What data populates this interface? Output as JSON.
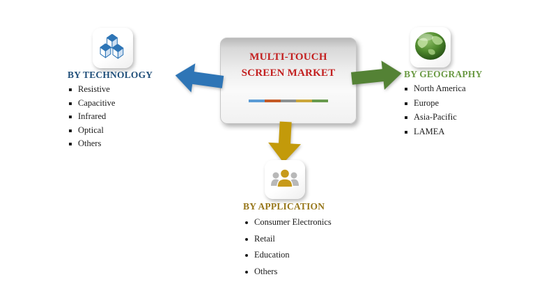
{
  "title_card": {
    "title": "MULTI-TOUCH SCREEN MARKET",
    "title_color": "#C32020",
    "bar_colors": [
      "#5B9BD5",
      "#C45A26",
      "#8C9191",
      "#CBA73B",
      "#689A4E"
    ]
  },
  "sections": {
    "technology": {
      "heading": "BY TECHNOLOGY",
      "heading_color": "#1F4E79",
      "icon": "cubes-icon",
      "arrow_color": "#2E75B6",
      "arrow_direction": "left",
      "items": [
        "Resistive",
        "Capacitive",
        "Infrared",
        "Optical",
        "Others"
      ]
    },
    "geography": {
      "heading": "BY GEOGRAPHY",
      "heading_color": "#6B9A45",
      "icon": "globe-icon",
      "arrow_color": "#548235",
      "arrow_direction": "right",
      "items": [
        "North America",
        "Europe",
        "Asia-Pacific",
        "LAMEA"
      ]
    },
    "application": {
      "heading": "BY APPLICATION",
      "heading_color": "#97771B",
      "icon": "people-icon",
      "arrow_color": "#C39A0A",
      "arrow_direction": "down",
      "items": [
        "Consumer Electronics",
        "Retail",
        "Education",
        "Others"
      ]
    }
  }
}
